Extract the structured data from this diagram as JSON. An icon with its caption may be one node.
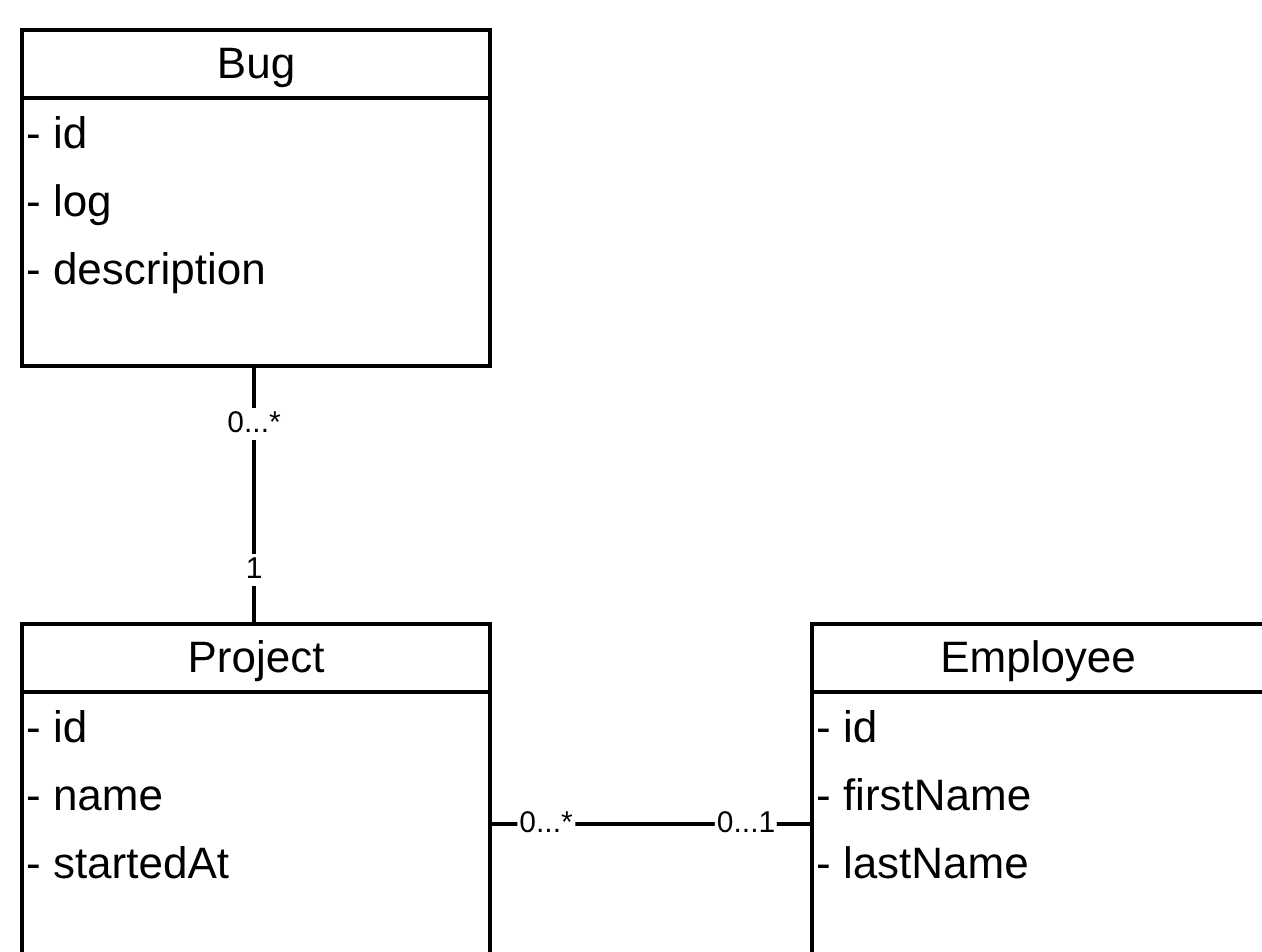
{
  "diagram": {
    "nodes": [
      {
        "text": [
          "Bug",
          "- id",
          "- log",
          "- description"
        ]
      },
      {
        "text": [
          "Project",
          "- id",
          "- name",
          "- startedAt"
        ]
      },
      {
        "text": [
          "Employee",
          "- id",
          "- firstName",
          "- lastName"
        ]
      }
    ],
    "edges": [
      {
        "from": 0,
        "to": 1,
        "arrow": "none"
      },
      {
        "from": 1,
        "to": 2,
        "arrow": "none"
      }
    ],
    "labels": [
      "0...*",
      "1",
      "0...*",
      "0...1"
    ]
  }
}
